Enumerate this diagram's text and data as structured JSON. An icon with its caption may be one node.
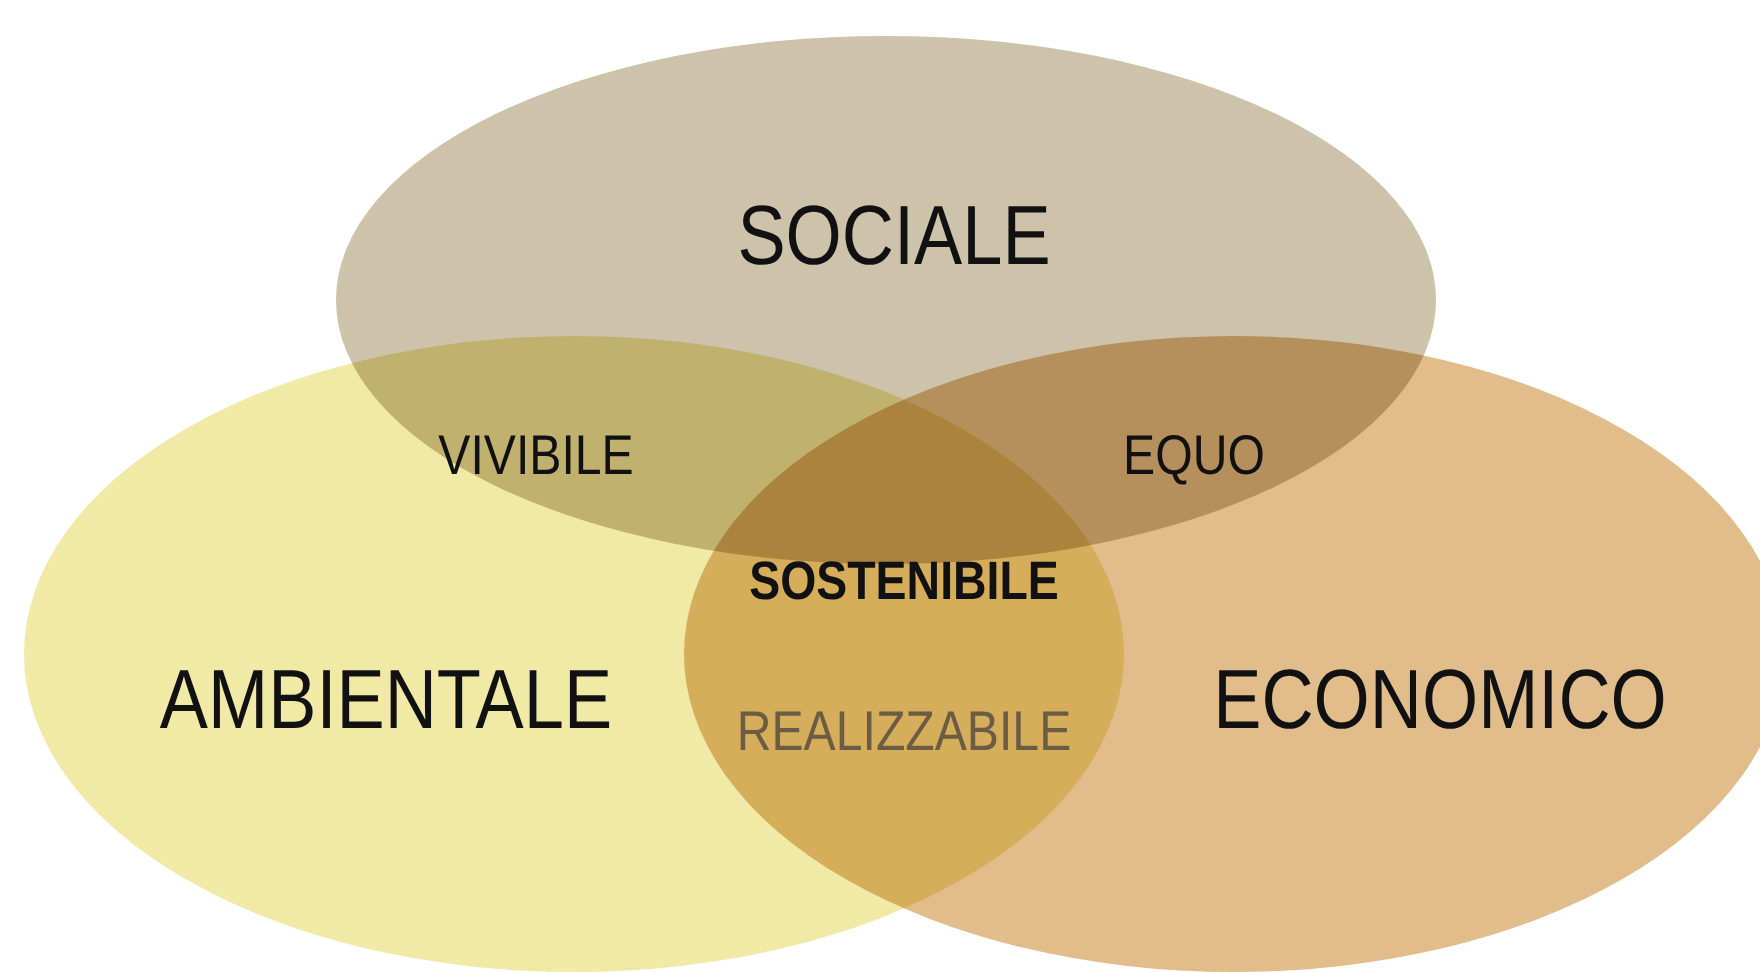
{
  "diagram": {
    "nodes": [
      {
        "text": [
          "SOCIALE"
        ]
      },
      {
        "text": [
          "AMBIENTALE"
        ]
      },
      {
        "text": [
          "ECONOMICO"
        ]
      }
    ],
    "labels": [
      "VIVIBILE",
      "EQUO",
      "SOSTENIBILE",
      "REALIZZABILE"
    ]
  }
}
